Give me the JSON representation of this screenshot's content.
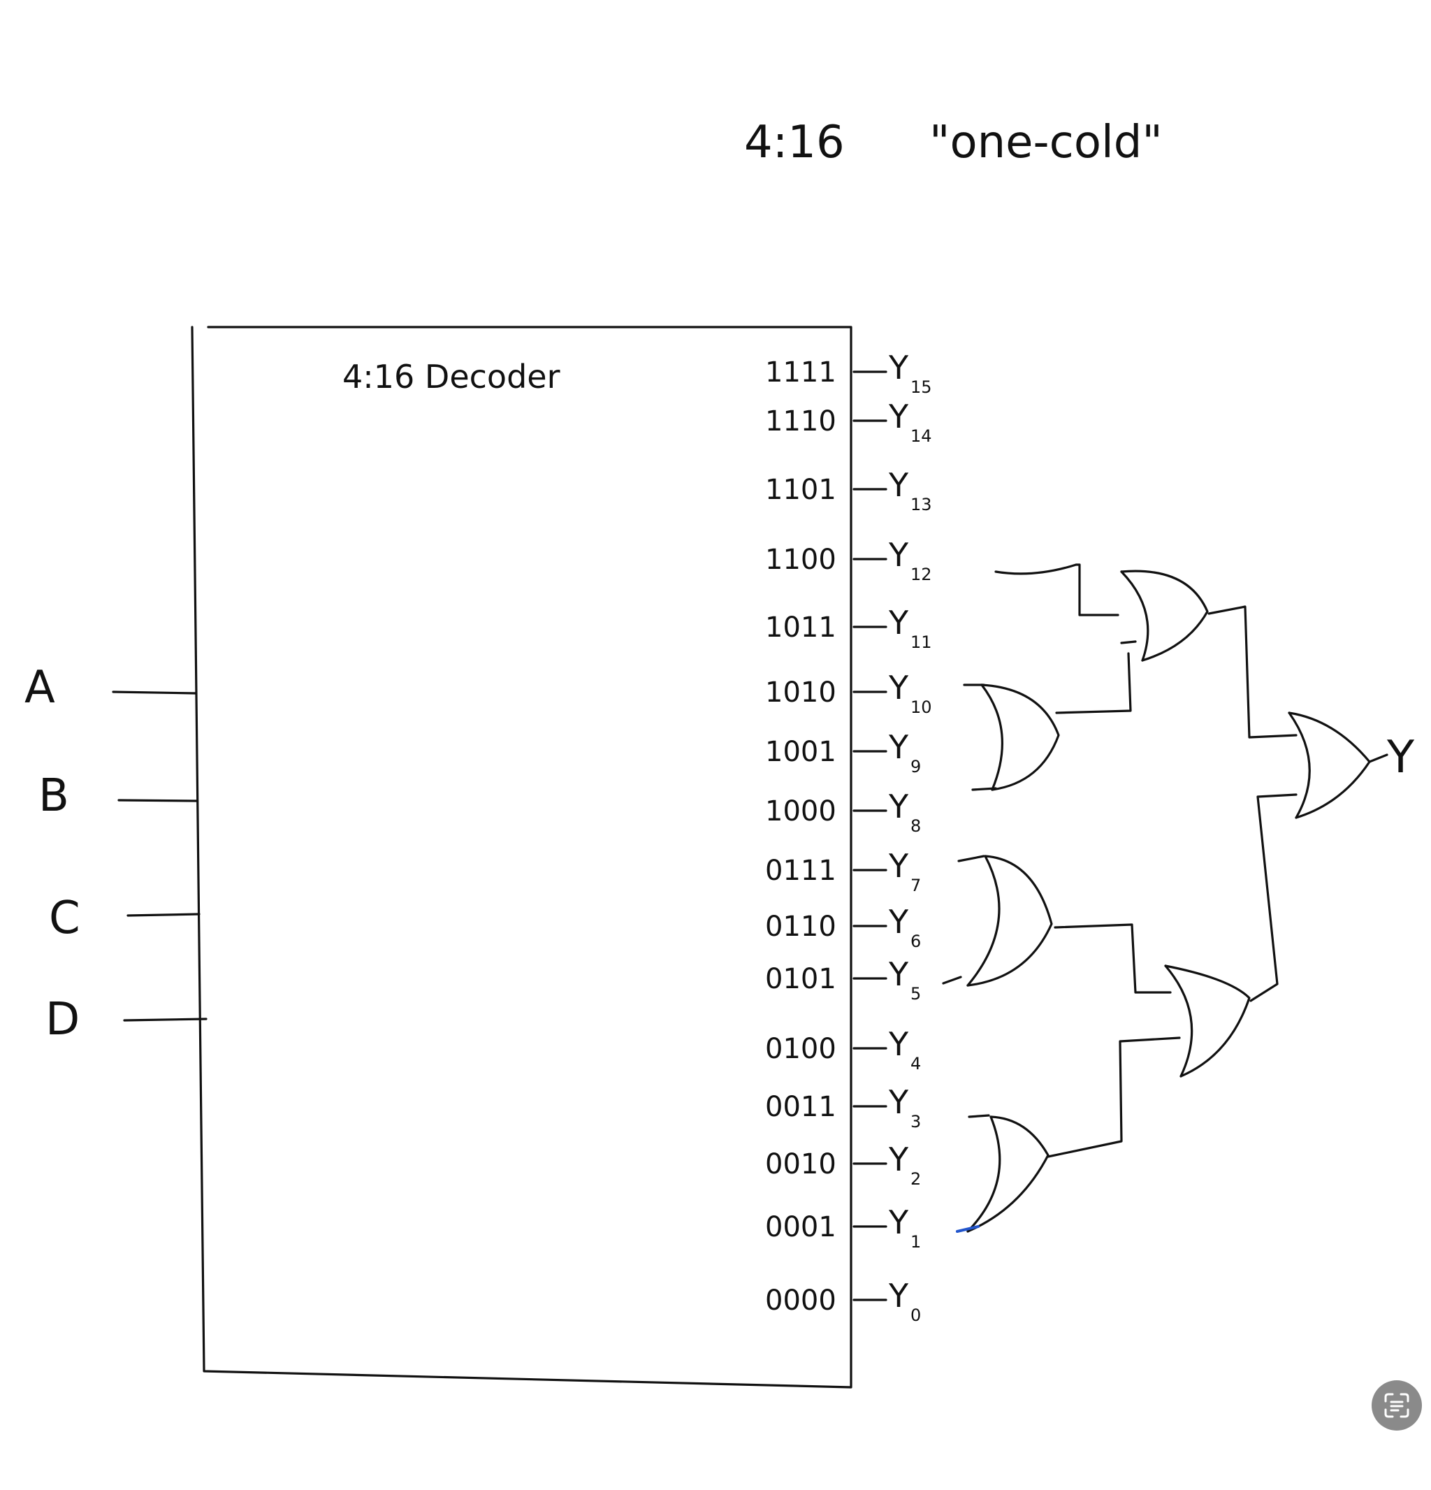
{
  "title": {
    "part1": "4:16",
    "part2": "\"one-cold\""
  },
  "decoder_label": "4:16 Decoder",
  "inputs": [
    "A",
    "B",
    "C",
    "D"
  ],
  "outputs": [
    {
      "code": "1111",
      "name": "Y",
      "sub": "15"
    },
    {
      "code": "1110",
      "name": "Y",
      "sub": "14"
    },
    {
      "code": "1101",
      "name": "Y",
      "sub": "13"
    },
    {
      "code": "1100",
      "name": "Y",
      "sub": "12"
    },
    {
      "code": "1011",
      "name": "Y",
      "sub": "11"
    },
    {
      "code": "1010",
      "name": "Y",
      "sub": "10"
    },
    {
      "code": "1001",
      "name": "Y",
      "sub": "9"
    },
    {
      "code": "1000",
      "name": "Y",
      "sub": "8"
    },
    {
      "code": "0111",
      "name": "Y",
      "sub": "7"
    },
    {
      "code": "0110",
      "name": "Y",
      "sub": "6"
    },
    {
      "code": "0101",
      "name": "Y",
      "sub": "5"
    },
    {
      "code": "0100",
      "name": "Y",
      "sub": "4"
    },
    {
      "code": "0011",
      "name": "Y",
      "sub": "3"
    },
    {
      "code": "0010",
      "name": "Y",
      "sub": "2"
    },
    {
      "code": "0001",
      "name": "Y",
      "sub": "1"
    },
    {
      "code": "0000",
      "name": "Y",
      "sub": "0"
    }
  ],
  "final_output": "Y",
  "scan_button": {
    "icon": "live-text-scan-icon",
    "color": "#8a8a8a"
  }
}
